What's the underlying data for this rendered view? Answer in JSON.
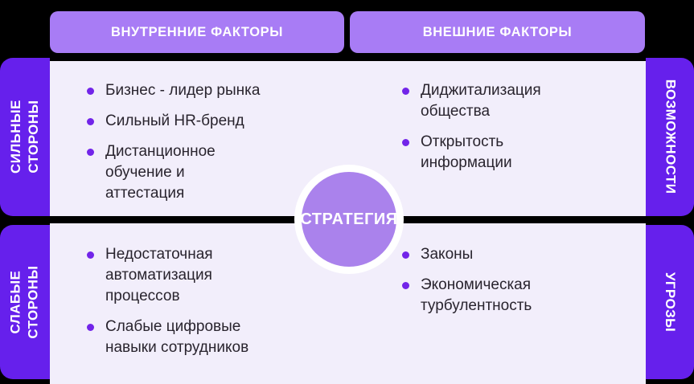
{
  "colors": {
    "background": "#000000",
    "header_bg": "#a87cf5",
    "sidebar_bg": "#6620ec",
    "panel_bg": "#f2eefb",
    "circle_bg": "#aa82ec",
    "circle_ring": "#ffffff",
    "bullet": "#7224e9",
    "text_dark": "#29242e",
    "text_light": "#ffffff"
  },
  "headers": {
    "internal": "ВНУТРЕННИЕ ФАКТОРЫ",
    "external": "ВНЕШНИЕ ФАКТОРЫ"
  },
  "side_labels": {
    "strengths": "СИЛЬНЫЕ СТОРОНЫ",
    "weaknesses": "СЛАБЫЕ СТОРОНЫ",
    "opportunities": "ВОЗМОЖНОСТИ",
    "threats": "УГРОЗЫ"
  },
  "center": {
    "label": "СТРАТЕГИЯ"
  },
  "quadrants": {
    "strengths": {
      "items": [
        "Бизнес - лидер рынка",
        "Сильный HR-бренд",
        "Дистанционное обучение и аттестация"
      ]
    },
    "opportunities": {
      "items": [
        "Диджитализация общества",
        "Открытость информации"
      ]
    },
    "weaknesses": {
      "items": [
        "Недостаточная автоматизация процессов",
        "Слабые цифровые навыки сотрудников"
      ]
    },
    "threats": {
      "items": [
        "Законы",
        "Экономическая турбулентность"
      ]
    }
  }
}
